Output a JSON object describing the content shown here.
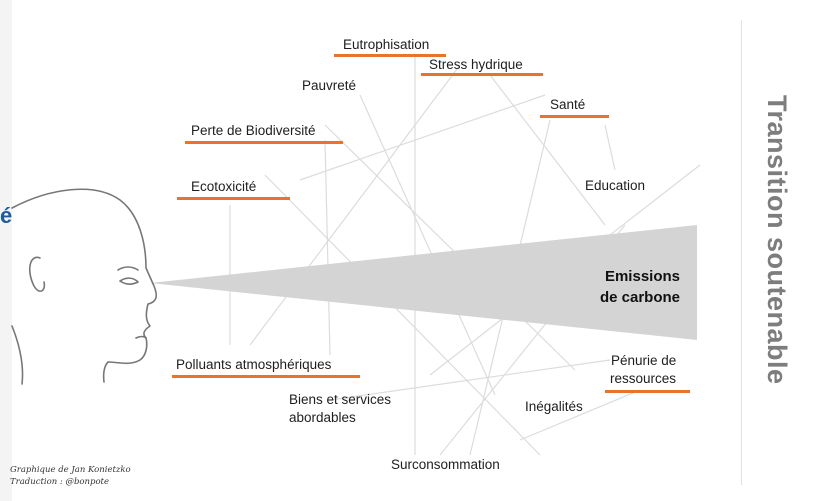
{
  "labels": {
    "eutrophisation": "Eutrophisation",
    "stress_hydrique": "Stress hydrique",
    "pauvrete": "Pauvreté",
    "sante": "Santé",
    "perte_biodiversite": "Perte de Biodiversité",
    "ecotoxicite": "Ecotoxicité",
    "education": "Education",
    "emissions_line1": "Emissions",
    "emissions_line2": "de carbone",
    "polluants": "Polluants atmosphériques",
    "penurie_line1": "Pénurie de",
    "penurie_line2": "ressources",
    "biens_line1": "Biens et services",
    "biens_line2": "abordables",
    "inegalites": "Inégalités",
    "surconsommation": "Surconsommation"
  },
  "title_vertical": "Transition soutenable",
  "credits": {
    "line1": "Graphique de Jan Konietzko",
    "line2": "Traduction : @bonpote"
  },
  "side_fragment": "é",
  "colors": {
    "underline": "#e8742b",
    "cone": "#d4d4d4",
    "connector": "#dcdcdc",
    "title": "#7d7d7d"
  }
}
